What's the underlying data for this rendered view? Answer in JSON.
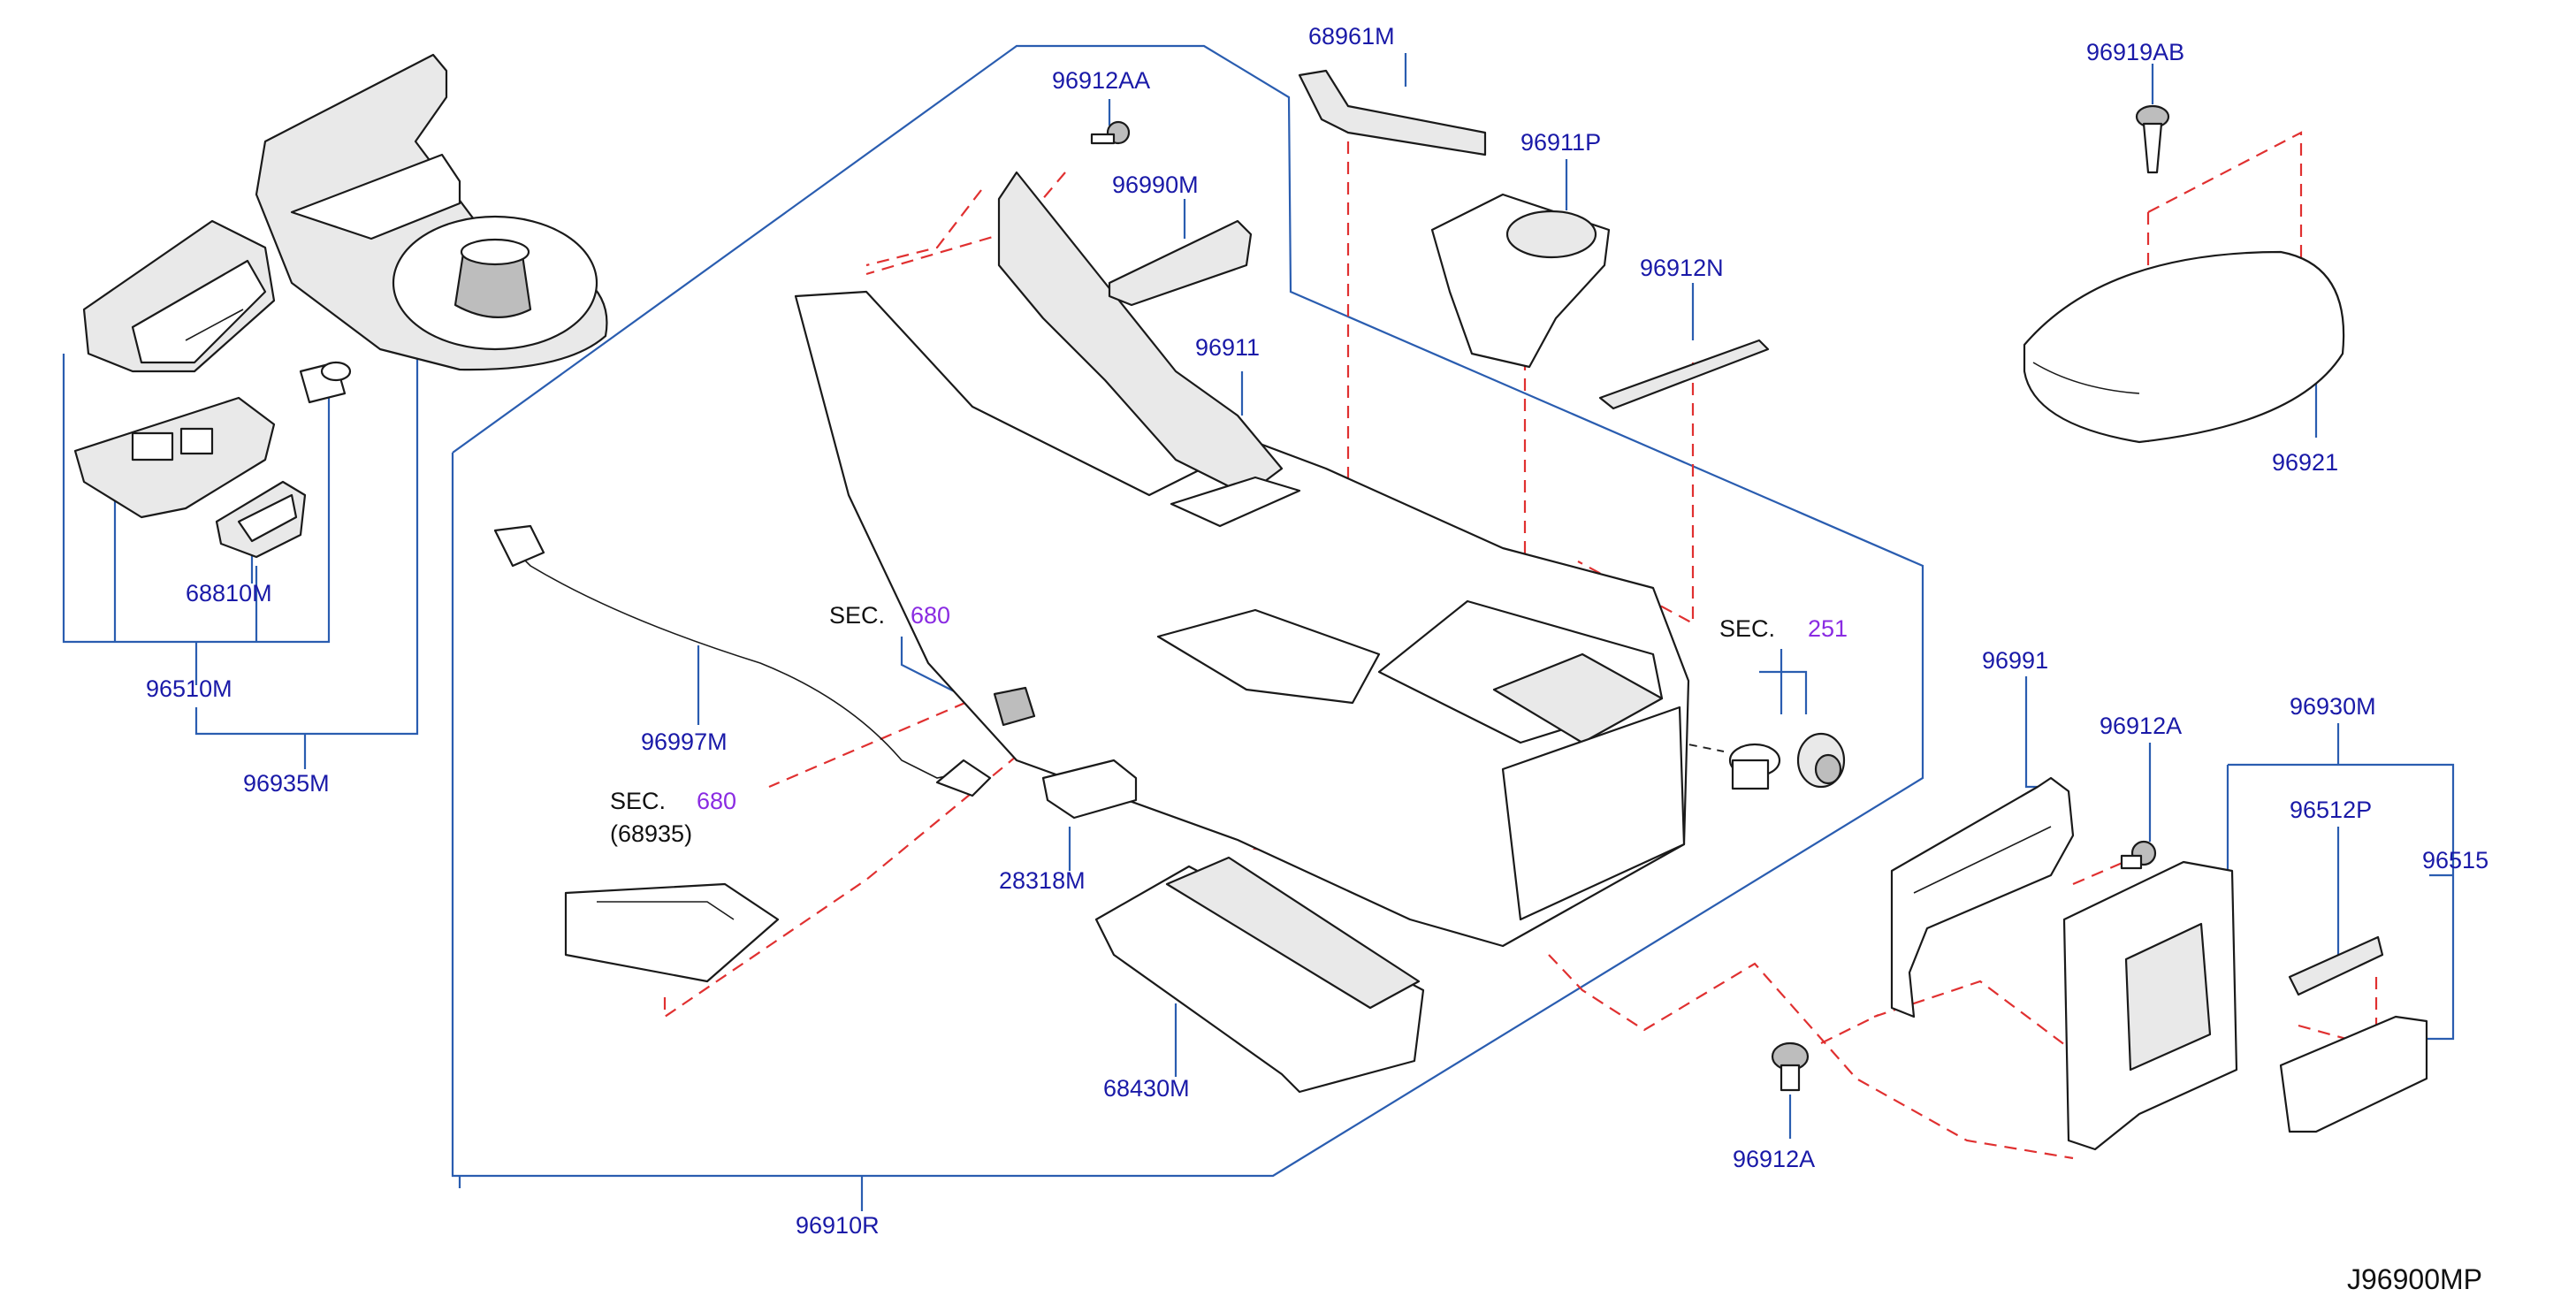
{
  "diagram_code": "J96900MP",
  "labels": {
    "p96912AA": "96912AA",
    "p68961M": "68961M",
    "p96919AB": "96919AB",
    "p96990M": "96990M",
    "p96911P": "96911P",
    "p96912N": "96912N",
    "p96911": "96911",
    "p96921": "96921",
    "p68810M": "68810M",
    "p96510M": "96510M",
    "p96935M": "96935M",
    "p96997M": "96997M",
    "p28318M": "28318M",
    "p68430M": "68430M",
    "p96910R": "96910R",
    "p96991": "96991",
    "p96912A_top": "96912A",
    "p96930M": "96930M",
    "p96512P": "96512P",
    "p96515": "96515",
    "p96912A_bottom": "96912A",
    "sec680_a": {
      "prefix": "SEC.",
      "number": "680"
    },
    "sec680_b": {
      "prefix": "SEC.",
      "number": "680",
      "ref": "(68935)"
    },
    "sec251": {
      "prefix": "SEC.",
      "number": "251"
    }
  }
}
